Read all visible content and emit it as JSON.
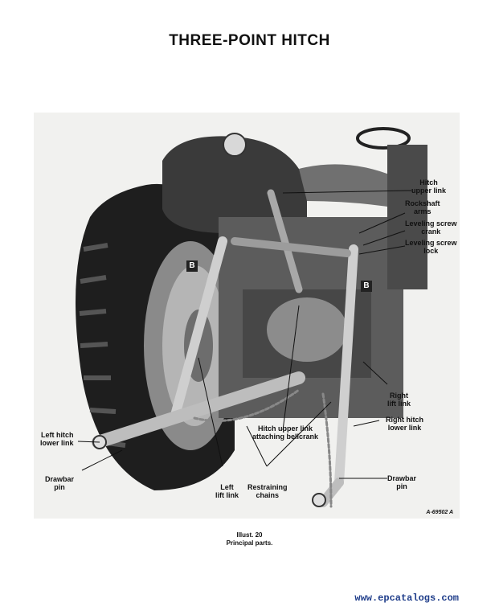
{
  "page": {
    "title": "THREE-POINT HITCH",
    "figure_number": "A-69502 A",
    "caption_line1": "Illust. 20",
    "caption_line2": "Principal parts.",
    "website": "www.epcatalogs.com"
  },
  "callouts": {
    "hitch_upper_link": "Hitch\nupper link",
    "rockshaft_arms": "Rockshaft\narms",
    "leveling_screw_crank": "Leveling screw\ncrank",
    "leveling_screw_lock": "Leveling screw\nlock",
    "right_lift_link": "Right\nlift link",
    "right_hitch_lower_link": "Right hitch\nlower link",
    "hitch_upper_link_bellcrank": "Hitch upper link\nattaching bellcrank",
    "left_hitch_lower_link": "Left hitch\nlower link",
    "drawbar_pin_left": "Drawbar\npin",
    "left_lift_link": "Left\nlift link",
    "restraining_chains": "Restraining\nchains",
    "drawbar_pin_right": "Drawbar\npin",
    "marker_b": "B"
  }
}
